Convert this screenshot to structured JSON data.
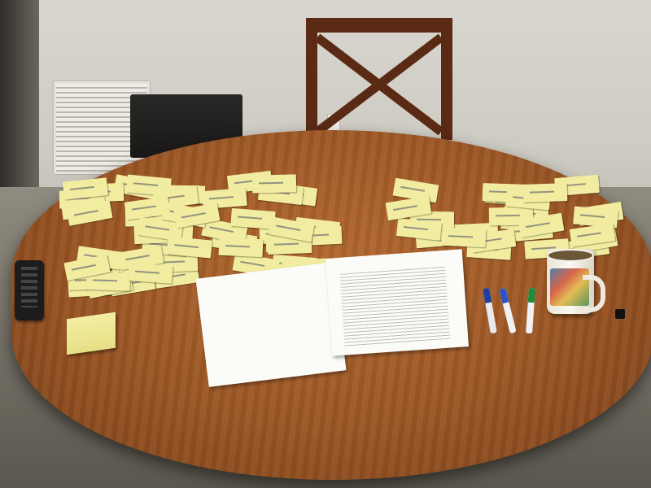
{
  "scene": {
    "type": "photo",
    "colors": {
      "wall": "#d8d6cf",
      "table_wood": "#9a5524",
      "sticky_note": "#f1ec9f",
      "paper": "#fbfbf8",
      "remote": "#1c1c1c"
    },
    "objects": [
      "dining-table",
      "chair",
      "wall-vent",
      "speaker",
      "wall-outlet",
      "sticky-notes-left-cluster",
      "sticky-notes-right-cluster",
      "sticky-note-pad",
      "tv-remote",
      "blank-paper-stack",
      "printed-document-stack",
      "pens",
      "coffee-mug",
      "binder-clip"
    ],
    "pens": [
      {
        "cap_color": "#1f3f9e",
        "body_color": "#e9e9ef"
      },
      {
        "cap_color": "#2a55c9",
        "body_color": "#f1f1f4"
      },
      {
        "cap_color": "#1f8a3b",
        "body_color": "#f1f1f4"
      }
    ],
    "sticky_notes": {
      "left_cluster_count": 52,
      "right_cluster_count": 27
    }
  }
}
